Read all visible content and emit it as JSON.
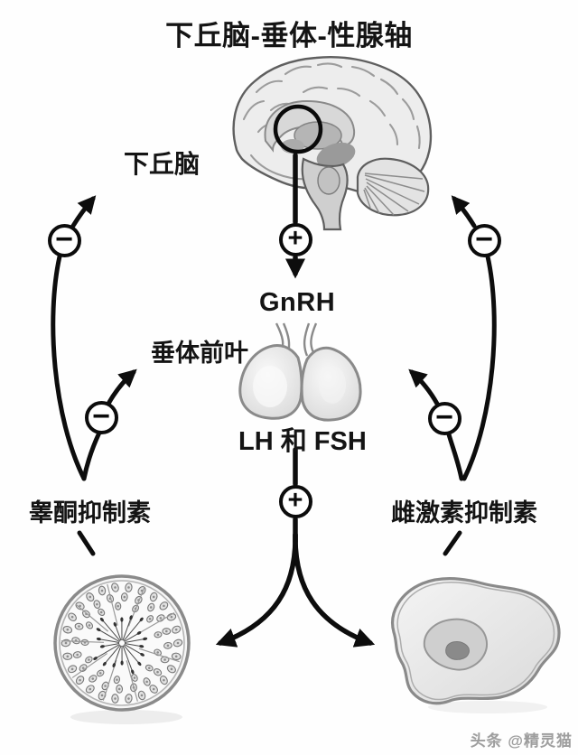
{
  "title": "下丘脑-垂体-性腺轴",
  "nodes": {
    "hypothalamus": "下丘脑",
    "gnrh": "GnRH",
    "anterior_pituitary": "垂体前叶",
    "gonadotropins": "LH 和 FSH",
    "male_feedback": "睾酮抑制素",
    "female_feedback": "雌激素抑制素"
  },
  "signs": {
    "positive": "+",
    "negative": "−"
  },
  "watermark": "头条 @精灵猫",
  "illustrations": {
    "brain": "sagittal-brain-with-hypothalamus-highlight",
    "pituitary": "pituitary-gland",
    "left_gonad": "testis-cross-section",
    "right_gonad": "ovary"
  },
  "colors": {
    "line": "#0d0d0d",
    "text": "#141414",
    "organ_fill": "#ececec",
    "organ_stroke": "#5f5f5f",
    "watermark": "#9e9e9e",
    "background": "#fefefe"
  }
}
